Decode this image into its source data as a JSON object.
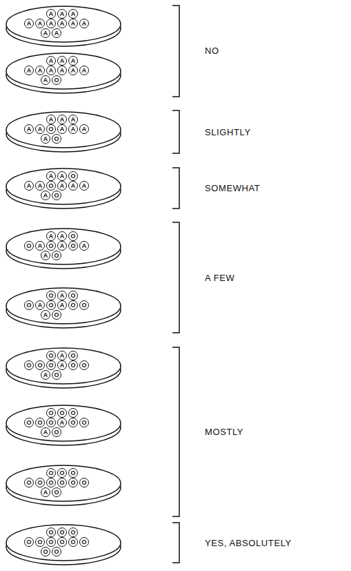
{
  "diagram": {
    "nodes": [
      {
        "text": [
          "A"
        ]
      },
      {
        "text": [
          "A"
        ]
      },
      {
        "text": [
          "A"
        ]
      },
      {
        "text": [
          "A"
        ]
      },
      {
        "text": [
          "A"
        ]
      },
      {
        "text": [
          "A"
        ]
      },
      {
        "text": [
          "A"
        ]
      },
      {
        "text": [
          "A"
        ]
      },
      {
        "text": [
          "A"
        ]
      },
      {
        "text": [
          "A"
        ]
      },
      {
        "text": [
          "A"
        ]
      },
      {
        "text": [
          "A"
        ]
      },
      {
        "text": [
          "A"
        ]
      },
      {
        "text": [
          "A"
        ]
      },
      {
        "text": [
          "A"
        ]
      },
      {
        "text": [
          "A"
        ]
      },
      {
        "text": [
          "A"
        ]
      },
      {
        "text": [
          "A"
        ]
      },
      {
        "text": [
          "A"
        ]
      },
      {
        "text": [
          "A"
        ]
      },
      {
        "text": [
          "A"
        ]
      },
      {
        "text": [
          "O"
        ]
      },
      {
        "text": [
          "A"
        ]
      },
      {
        "text": [
          "A"
        ]
      },
      {
        "text": [
          "A"
        ]
      },
      {
        "text": [
          "A"
        ]
      },
      {
        "text": [
          "A"
        ]
      },
      {
        "text": [
          "O"
        ]
      },
      {
        "text": [
          "A"
        ]
      },
      {
        "text": [
          "A"
        ]
      },
      {
        "text": [
          "A"
        ]
      },
      {
        "text": [
          "A"
        ]
      },
      {
        "text": [
          "O"
        ]
      },
      {
        "text": [
          "A"
        ]
      },
      {
        "text": [
          "A"
        ]
      },
      {
        "text": [
          "O"
        ]
      },
      {
        "text": [
          "A"
        ]
      },
      {
        "text": [
          "A"
        ]
      },
      {
        "text": [
          "O"
        ]
      },
      {
        "text": [
          "A"
        ]
      },
      {
        "text": [
          "A"
        ]
      },
      {
        "text": [
          "A"
        ]
      },
      {
        "text": [
          "A"
        ]
      },
      {
        "text": [
          "O"
        ]
      },
      {
        "text": [
          "A"
        ]
      },
      {
        "text": [
          "A"
        ]
      },
      {
        "text": [
          "O"
        ]
      },
      {
        "text": [
          "O"
        ]
      },
      {
        "text": [
          "A"
        ]
      },
      {
        "text": [
          "O"
        ]
      },
      {
        "text": [
          "A"
        ]
      },
      {
        "text": [
          "O"
        ]
      },
      {
        "text": [
          "A"
        ]
      },
      {
        "text": [
          "A"
        ]
      },
      {
        "text": [
          "O"
        ]
      },
      {
        "text": [
          "O"
        ]
      },
      {
        "text": [
          "A"
        ]
      },
      {
        "text": [
          "O"
        ]
      },
      {
        "text": [
          "O"
        ]
      },
      {
        "text": [
          "A"
        ]
      },
      {
        "text": [
          "O"
        ]
      },
      {
        "text": [
          "A"
        ]
      },
      {
        "text": [
          "O"
        ]
      },
      {
        "text": [
          "O"
        ]
      },
      {
        "text": [
          "A"
        ]
      },
      {
        "text": [
          "O"
        ]
      },
      {
        "text": [
          "O"
        ]
      },
      {
        "text": [
          "A"
        ]
      },
      {
        "text": [
          "O"
        ]
      },
      {
        "text": [
          "O"
        ]
      },
      {
        "text": [
          "O"
        ]
      },
      {
        "text": [
          "O"
        ]
      },
      {
        "text": [
          "A"
        ]
      },
      {
        "text": [
          "O"
        ]
      },
      {
        "text": [
          "O"
        ]
      },
      {
        "text": [
          "A"
        ]
      },
      {
        "text": [
          "O"
        ]
      },
      {
        "text": [
          "O"
        ]
      },
      {
        "text": [
          "O"
        ]
      },
      {
        "text": [
          "O"
        ]
      },
      {
        "text": [
          "O"
        ]
      },
      {
        "text": [
          "O"
        ]
      },
      {
        "text": [
          "O"
        ]
      },
      {
        "text": [
          "A"
        ]
      },
      {
        "text": [
          "O"
        ]
      },
      {
        "text": [
          "O"
        ]
      },
      {
        "text": [
          "A"
        ]
      },
      {
        "text": [
          "O"
        ]
      },
      {
        "text": [
          "O"
        ]
      },
      {
        "text": [
          "O"
        ]
      },
      {
        "text": [
          "O"
        ]
      },
      {
        "text": [
          "O"
        ]
      },
      {
        "text": [
          "O"
        ]
      },
      {
        "text": [
          "O"
        ]
      },
      {
        "text": [
          "O"
        ]
      },
      {
        "text": [
          "O"
        ]
      },
      {
        "text": [
          "O"
        ]
      },
      {
        "text": [
          "A"
        ]
      },
      {
        "text": [
          "O"
        ]
      },
      {
        "text": [
          "O"
        ]
      },
      {
        "text": [
          "O"
        ]
      },
      {
        "text": [
          "O"
        ]
      },
      {
        "text": [
          "O"
        ]
      },
      {
        "text": [
          "O"
        ]
      },
      {
        "text": [
          "O"
        ]
      },
      {
        "text": [
          "O"
        ]
      },
      {
        "text": [
          "O"
        ]
      },
      {
        "text": [
          "O"
        ]
      },
      {
        "text": [
          "O"
        ]
      },
      {
        "text": [
          "O"
        ]
      }
    ],
    "labels": [
      "NO",
      "SLIGHTLY",
      "SOMEWHAT",
      "A FEW",
      "MOSTLY",
      "YES, ABSOLUTELY"
    ]
  }
}
